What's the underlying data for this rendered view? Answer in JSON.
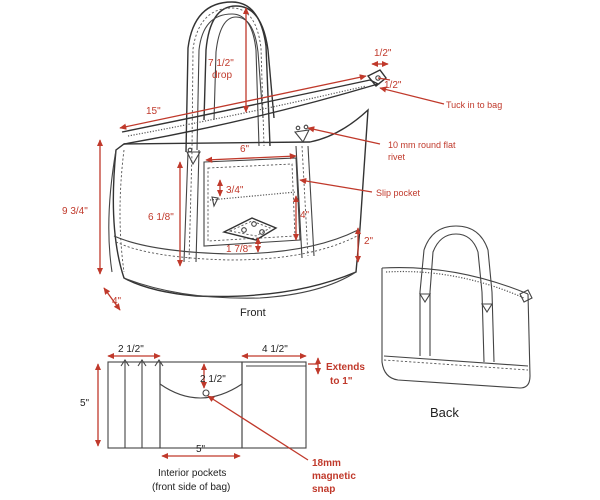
{
  "colors": {
    "dimension": "#c0392b",
    "outline": "#333333",
    "background": "#ffffff"
  },
  "front": {
    "caption": "Front",
    "drop": {
      "value": "7 1/2\"",
      "label": "drop"
    },
    "top_width": "15\"",
    "tab_width": "1/2\"",
    "tab_height": "1/2\"",
    "tuck_in": "Tuck in to bag",
    "rivet": {
      "line1": "10 mm round flat",
      "line2": "rivet"
    },
    "slip_pocket_width": "6\"",
    "slip_pocket_gap": "3/4\"",
    "slip_pocket_label": "Slip pocket",
    "handle_height": "6 1/8\"",
    "slip_pocket_height": "4\"",
    "bag_height": "9 3/4\"",
    "base_height": "2\"",
    "patch_size": "1 7/8\"",
    "depth": "4\""
  },
  "interior": {
    "pocket_left_width": "2 1/2\"",
    "pocket_right_width": "4 1/2\"",
    "extends": {
      "line1": "Extends",
      "line2": "to 1\""
    },
    "height": "5\"",
    "flap_height": "2 1/2\"",
    "middle_width": "5\"",
    "snap": {
      "line1": "18mm",
      "line2": "magnetic",
      "line3": "snap"
    },
    "caption_line1": "Interior pockets",
    "caption_line2": "(front side of bag)"
  },
  "back": {
    "caption": "Back"
  }
}
